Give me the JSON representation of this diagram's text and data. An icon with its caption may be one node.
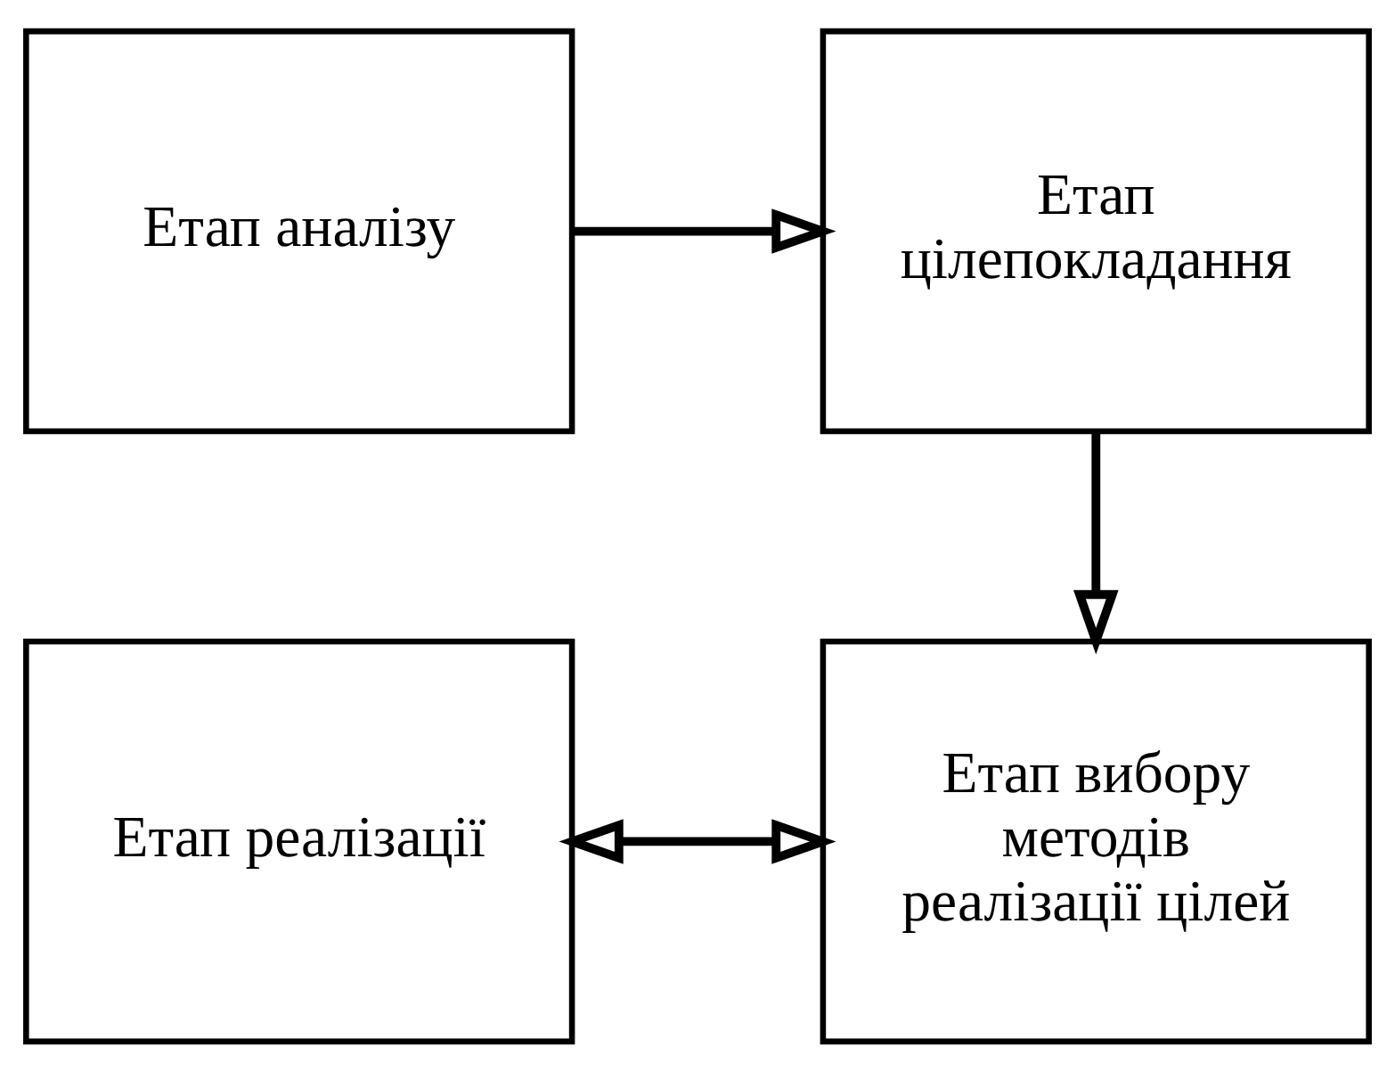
{
  "diagram": {
    "nodes": [
      {
        "text": [
          "Етап аналізу"
        ]
      },
      {
        "text": [
          "Етап цілепокладання"
        ]
      },
      {
        "text": [
          "Етап реалізації"
        ]
      },
      {
        "text": [
          "Етап вибору методів реалізації цілей"
        ]
      }
    ],
    "edges": [
      {
        "from": 0,
        "to": 1,
        "arrow": "to"
      },
      {
        "from": 1,
        "to": 3,
        "arrow": "to"
      },
      {
        "from": 2,
        "to": 3,
        "arrow": "both"
      }
    ]
  }
}
